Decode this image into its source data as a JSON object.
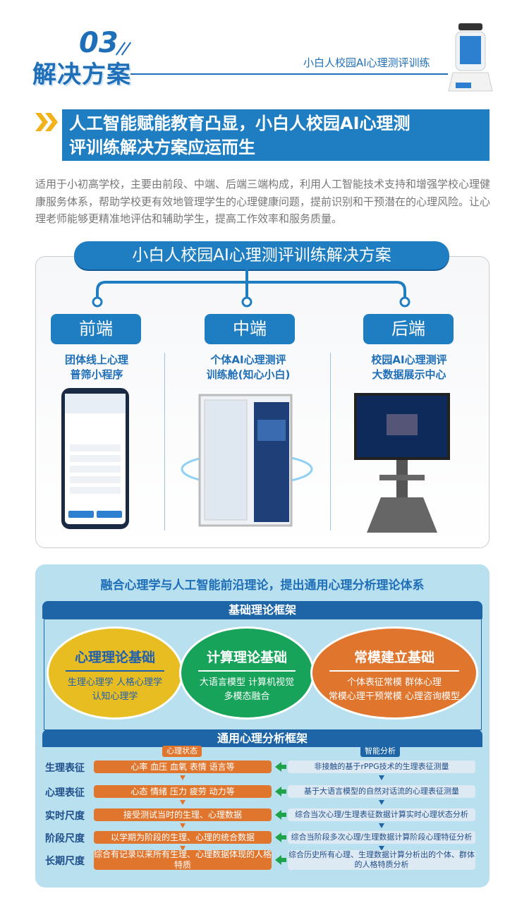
{
  "header": {
    "section_number": "03",
    "section_title": "解决方案",
    "brand_text": "小白人校园AI心理测评训练"
  },
  "headline": {
    "line1": "人工智能赋能教育凸显，小白人校园AI心理测",
    "line2": "评训练解决方案应运而生"
  },
  "intro": "适用于小初高学校，主要由前段、中端、后端三端构成，利用人工智能技术支持和增强学校心理健康服务体系，帮助学校更有效地管理学生的心理健康问题，提前识别和干预潜在的心理风险。让心理老师能够更精准地评估和辅助学生，提高工作效率和服务质量。",
  "solution": {
    "title": "小白人校园AI心理测评训练解决方案",
    "columns": [
      {
        "label": "前端",
        "line1": "团体线上心理",
        "line2": "普筛小程序"
      },
      {
        "label": "中端",
        "line1": "个体AI心理测评",
        "line2": "训练舱(知心小白)"
      },
      {
        "label": "后端",
        "line1": "校园AI心理测评",
        "line2": "大数据展示中心"
      }
    ]
  },
  "theory": {
    "title": "融合心理学与人工智能前沿理论，提出通用心理分析理论体系",
    "basic_bar": "基础理论框架",
    "circles": [
      {
        "title": "心理理论基础",
        "line1": "生理心理学 人格心理学",
        "line2": "认知心理学",
        "color": "#e8bd22"
      },
      {
        "title": "计算理论基础",
        "line1": "大语言模型 计算机视觉",
        "line2": "多模态融合",
        "color": "#17a45a"
      },
      {
        "title": "常模建立基础",
        "line1": "个体表征常模 群体心理",
        "line2": "常模心理干预常模 心理咨询模型",
        "color": "#e0752e"
      }
    ],
    "general_bar": "通用心理分析框架",
    "tag_left": "心理状态",
    "tag_right": "智能分析",
    "rows": [
      {
        "label": "生理表征",
        "state": "心率  血压  血氧  表情  语言等",
        "analysis": "非接触的基于rPPG技术的生理表征测量"
      },
      {
        "label": "心理表征",
        "state": "心态  情绪  压力  疲劳  动力等",
        "analysis": "基于大语言模型的自然对话流的心理表征测量"
      },
      {
        "label": "实时尺度",
        "state": "接受测试当时的生理、心理数据",
        "analysis": "综合当次心理/生理表征数据计算实时心理状态分析"
      },
      {
        "label": "阶段尺度",
        "state": "以学期为阶段的生理、心理的统合数据",
        "analysis": "综合当阶段多次心理/生理数据计算阶段心理特征分析"
      },
      {
        "label": "长期尺度",
        "state": "综合有记录以来所有生理、心理数据体现的人格特质",
        "analysis": "综合历史所有心理、生理数据计算分析出的个体、群体的人格特质分析"
      }
    ]
  }
}
